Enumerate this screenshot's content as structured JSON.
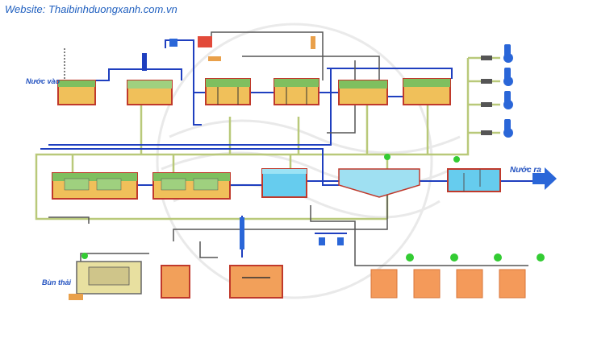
{
  "website": "Website: Thaibinhduongxanh.com.vn",
  "labels": {
    "inlet": "Nước vào",
    "outlet": "Nước ra",
    "sludge": "Bùn thải"
  },
  "colors": {
    "water_pipe": "#1f3fbf",
    "air_pipe": "#b9c97a",
    "return_pipe": "#555555",
    "tank_wall": "#c0392b",
    "tank_fill": "#f0c05a",
    "water_fill": "#66ccee",
    "sludge_fill": "#f2a05a",
    "chem_tank": "#f49a5a",
    "valve_green": "#33cc33",
    "blower_blue": "#2a66d8"
  },
  "icons": [
    "blower-icon",
    "pump-icon",
    "valve-icon",
    "mixer-icon",
    "filter-press-icon",
    "arrow-right-icon"
  ]
}
